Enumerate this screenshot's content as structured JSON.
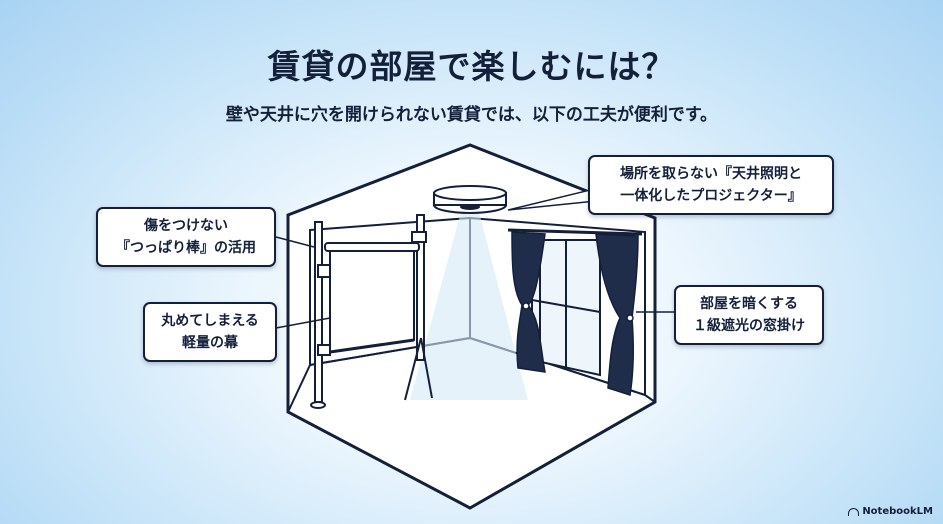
{
  "title": "賃貸の部屋で楽しむには？",
  "subtitle": "壁や天井に穴を開けられない賃貸では、以下の工夫が便利です。",
  "callouts": {
    "tension_pole": [
      "傷をつけない",
      "『つっぱり棒』の活用"
    ],
    "screen": [
      "丸めてしまえる",
      "軽量の幕"
    ],
    "projector": [
      "場所を取らない『天井照明と",
      "一体化したプロジェクター』"
    ],
    "curtain": [
      "部屋を暗くする",
      "１級遮光の窓掛け"
    ]
  },
  "brand": "NotebookLM",
  "colors": {
    "ink": "#14203a",
    "curtain": "#1f2c4a",
    "glass": "#d7e8f6",
    "sky": "#bfe0f7"
  }
}
